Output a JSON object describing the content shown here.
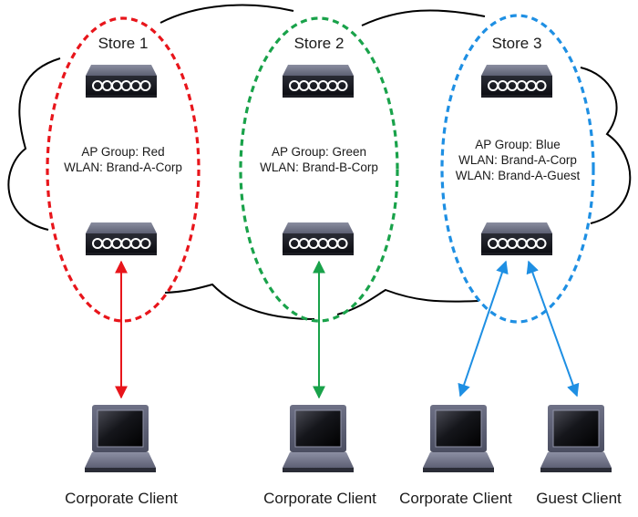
{
  "diagram": {
    "colors": {
      "store1": "#e8151b",
      "store2": "#19a24a",
      "store3": "#1e8fe3",
      "cloud": "#000000"
    },
    "stores": [
      {
        "title": "Store 1",
        "color_key": "store1",
        "info": [
          "AP Group: Red",
          "WLAN: Brand-A-Corp"
        ]
      },
      {
        "title": "Store 2",
        "color_key": "store2",
        "info": [
          "AP Group: Green",
          "WLAN: Brand-B-Corp"
        ]
      },
      {
        "title": "Store 3",
        "color_key": "store3",
        "info": [
          "AP Group: Blue",
          "WLAN: Brand-A-Corp",
          "WLAN: Brand-A-Guest"
        ]
      }
    ],
    "clients": [
      {
        "label": "Corporate Client",
        "store": "Store 1"
      },
      {
        "label": "Corporate Client",
        "store": "Store 2"
      },
      {
        "label": "Corporate Client",
        "store": "Store 3"
      },
      {
        "label": "Guest Client",
        "store": "Store 3"
      }
    ]
  }
}
